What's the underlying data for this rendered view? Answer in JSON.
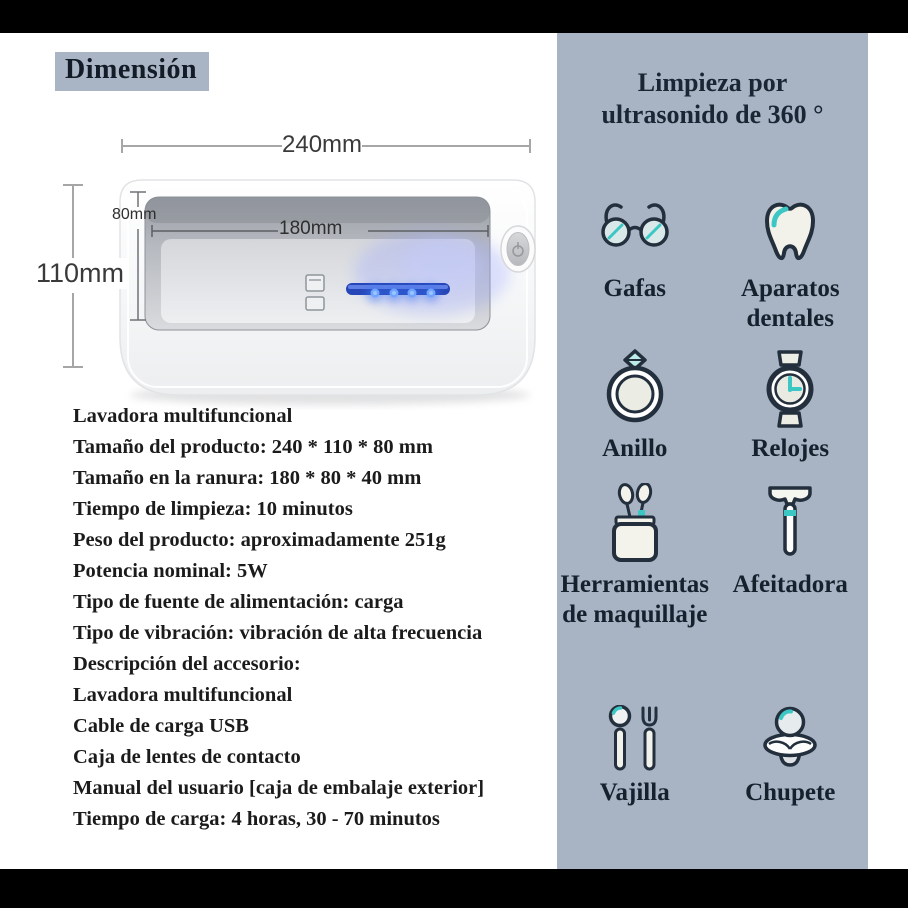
{
  "frame": {
    "letterbox_color": "#000000",
    "background_color": "#ffffff"
  },
  "left": {
    "title": "Dimensión",
    "dimension_labels": {
      "width": "240mm",
      "height": "110mm",
      "depth": "80mm",
      "slot_width": "180mm"
    },
    "specs": [
      "Lavadora multifuncional",
      "Tamaño del producto: 240 * 110 * 80 mm",
      "Tamaño en la ranura: 180 * 80 * 40 mm",
      "Tiempo de limpieza: 10 minutos",
      "Peso del producto: aproximadamente 251g",
      "Potencia nominal: 5W",
      "Tipo de fuente de alimentación: carga",
      "Tipo de vibración: vibración de alta frecuencia",
      "Descripción del accesorio:",
      "Lavadora multifuncional",
      "Cable de carga USB",
      "Caja de lentes de contacto",
      "Manual del usuario [caja de embalaje exterior]",
      "Tiempo de carga: 4 horas, 30 - 70 minutos"
    ]
  },
  "panel": {
    "bg_color": "#a8b4c3",
    "outline_color": "#232f3c",
    "accent_color": "#3cc7c4",
    "title_line1": "Limpieza por",
    "title_line2": "ultrasonido de 360 °",
    "items": [
      {
        "icon": "glasses-icon",
        "label": "Gafas"
      },
      {
        "icon": "tooth-icon",
        "label": "Aparatos dentales"
      },
      {
        "icon": "ring-icon",
        "label": "Anillo"
      },
      {
        "icon": "watch-icon",
        "label": "Relojes"
      },
      {
        "icon": "makeup-tools-icon",
        "label": "Herramientas de maquillaje"
      },
      {
        "icon": "razor-icon",
        "label": "Afeitadora"
      },
      {
        "icon": "cutlery-icon",
        "label": "Vajilla"
      },
      {
        "icon": "pacifier-icon",
        "label": "Chupete"
      }
    ]
  }
}
